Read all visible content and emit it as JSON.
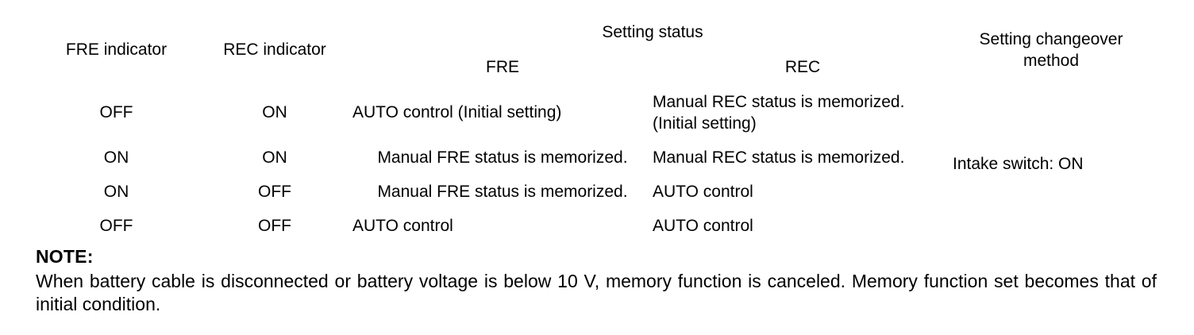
{
  "table": {
    "headers": {
      "col1": "FRE indicator",
      "col2": "REC indicator",
      "group": "Setting status",
      "sub1": "FRE",
      "sub2": "REC",
      "col5_line1": "Setting changeover",
      "col5_line2": "method"
    },
    "rows": [
      {
        "fre_indicator": "OFF",
        "rec_indicator": "ON",
        "setting_fre": "AUTO control (Initial setting)",
        "setting_rec_line1": "Manual REC status is memorized.",
        "setting_rec_line2": "(Initial setting)"
      },
      {
        "fre_indicator": "ON",
        "rec_indicator": "ON",
        "setting_fre": "Manual FRE status is memorized.",
        "setting_rec_line1": "Manual REC status is memorized.",
        "setting_rec_line2": ""
      },
      {
        "fre_indicator": "ON",
        "rec_indicator": "OFF",
        "setting_fre": "Manual FRE status is memorized.",
        "setting_rec_line1": "AUTO control",
        "setting_rec_line2": ""
      },
      {
        "fre_indicator": "OFF",
        "rec_indicator": "OFF",
        "setting_fre": "AUTO control",
        "setting_rec_line1": "AUTO control",
        "setting_rec_line2": ""
      }
    ],
    "changeover_method": "Intake switch: ON"
  },
  "note": {
    "title": "NOTE:",
    "body": "When battery cable is disconnected or battery voltage is below 10 V, memory function is canceled. Memory function set becomes that of initial condition."
  },
  "colors": {
    "ink": "#000000",
    "paper": "#ffffff"
  }
}
